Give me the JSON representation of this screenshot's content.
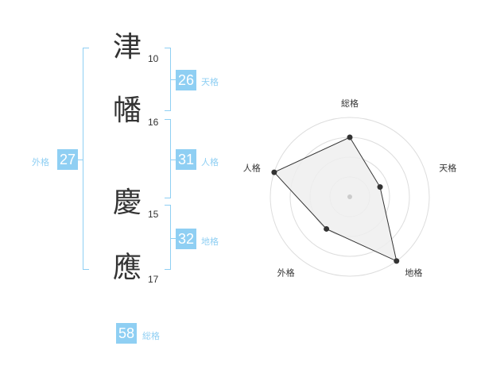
{
  "name": {
    "characters": [
      {
        "char": "津",
        "strokes": "10"
      },
      {
        "char": "幡",
        "strokes": "16"
      },
      {
        "char": "慶",
        "strokes": "15"
      },
      {
        "char": "應",
        "strokes": "17"
      }
    ]
  },
  "grades": {
    "tenkaku": {
      "value": "26",
      "label": "天格"
    },
    "jinkaku": {
      "value": "31",
      "label": "人格"
    },
    "chikaku": {
      "value": "32",
      "label": "地格"
    },
    "gaikaku": {
      "value": "27",
      "label": "外格"
    },
    "soukaku": {
      "value": "58",
      "label": "総格"
    }
  },
  "chart_data": {
    "type": "radar",
    "axes": [
      "総格",
      "天格",
      "地格",
      "外格",
      "人格"
    ],
    "values": [
      0.75,
      0.4,
      1.0,
      0.5,
      1.0
    ],
    "max": 1.0,
    "rings": 4,
    "fill_color": "#efefef",
    "line_color": "#333333"
  },
  "colors": {
    "accent": "#8fcff3",
    "text": "#333333"
  }
}
